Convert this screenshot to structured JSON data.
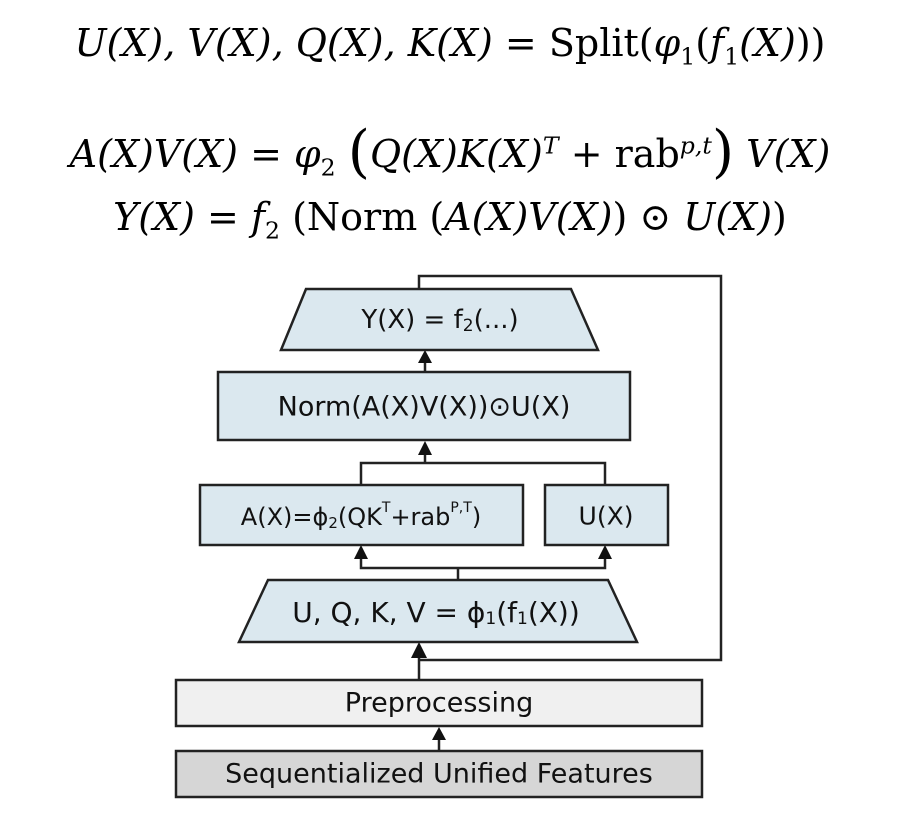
{
  "equations": {
    "eq1": {
      "lhs": "U(X), V(X), Q(X), K(X)",
      "eq": "=",
      "split": "Split",
      "phi": "φ",
      "phi_sub": "1",
      "f": "f",
      "f_sub": "1",
      "x": "(X)"
    },
    "eq2": {
      "lhs": "A(X)V(X)",
      "eq": "=",
      "phi": "φ",
      "phi_sub": "2",
      "qk": "Q(X)K(X)",
      "qk_sup": "T",
      "plus": "+",
      "rab": "rab",
      "rab_sup": "p,t",
      "rhs": "V(X)"
    },
    "eq3": {
      "lhs": "Y(X)",
      "eq": "=",
      "f": "f",
      "f_sub": "2",
      "norm": "Norm",
      "inner": "A(X)V(X)",
      "odot": "⊙",
      "rhs": "U(X)"
    }
  },
  "diagram": {
    "top": {
      "main": "Y(X) = f",
      "sub": "2",
      "rest": "(...)"
    },
    "norm": {
      "label": "Norm(A(X)V(X))⊙U(X)"
    },
    "attn": {
      "main": "A(X)=ϕ",
      "sub": "2",
      "mid": "(QK",
      "sup1": "T",
      "mid2": "+rab",
      "sup2": "P,T",
      "end": ")"
    },
    "u": {
      "label": "U(X)"
    },
    "split": {
      "main": "U, Q, K, V = ϕ",
      "sub": "1",
      "mid": "(f",
      "sub2": "1",
      "end": "(X))"
    },
    "preprocessing": {
      "label": "Preprocessing"
    },
    "features": {
      "label": "Sequentialized Unified Features"
    }
  }
}
